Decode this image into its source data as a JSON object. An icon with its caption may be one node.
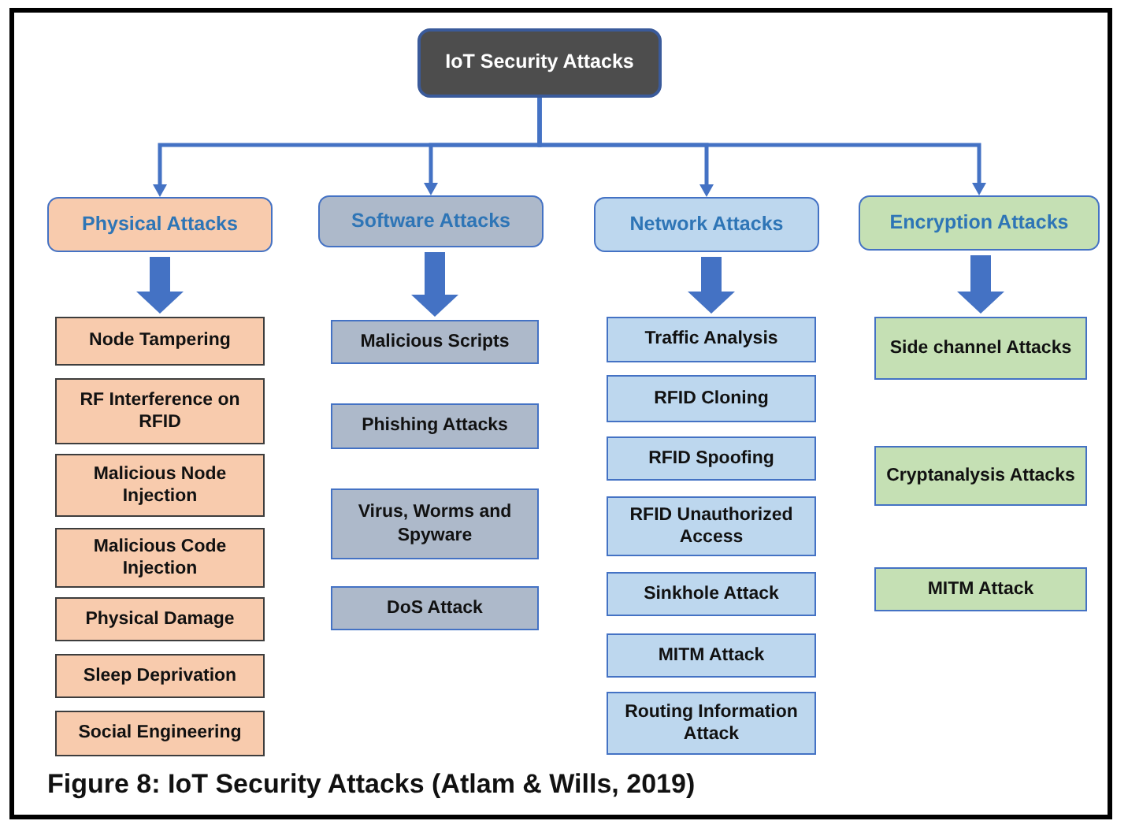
{
  "diagram": {
    "caption": "Figure 8: IoT Security Attacks (Atlam & Wills, 2019)",
    "nodes": [
      {
        "text": [
          "IoT Security Attacks"
        ]
      },
      {
        "text": [
          "Physical Attacks"
        ]
      },
      {
        "text": [
          "Software Attacks"
        ]
      },
      {
        "text": [
          "Network Attacks"
        ]
      },
      {
        "text": [
          "Encryption Attacks"
        ]
      },
      {
        "text": [
          "Node Tampering"
        ]
      },
      {
        "text": [
          "RF Interference on RFID"
        ]
      },
      {
        "text": [
          "Malicious Node Injection"
        ]
      },
      {
        "text": [
          "Malicious Code Injection"
        ]
      },
      {
        "text": [
          "Physical Damage"
        ]
      },
      {
        "text": [
          "Sleep Deprivation"
        ]
      },
      {
        "text": [
          "Social Engineering"
        ]
      },
      {
        "text": [
          "Malicious Scripts"
        ]
      },
      {
        "text": [
          "Phishing Attacks"
        ]
      },
      {
        "text": [
          "Virus, Worms and Spyware"
        ]
      },
      {
        "text": [
          "DoS Attack"
        ]
      },
      {
        "text": [
          "Traffic Analysis"
        ]
      },
      {
        "text": [
          "RFID Cloning"
        ]
      },
      {
        "text": [
          "RFID Spoofing"
        ]
      },
      {
        "text": [
          "RFID Unauthorized Access"
        ]
      },
      {
        "text": [
          "Sinkhole Attack"
        ]
      },
      {
        "text": [
          "MITM Attack"
        ]
      },
      {
        "text": [
          "Routing Information Attack"
        ]
      },
      {
        "text": [
          "Side channel Attacks"
        ]
      },
      {
        "text": [
          "Cryptanalysis Attacks"
        ]
      },
      {
        "text": [
          "MITM Attack"
        ]
      }
    ],
    "edges": [
      {
        "from": 0,
        "to": 1,
        "arrow": "to"
      },
      {
        "from": 0,
        "to": 2,
        "arrow": "to"
      },
      {
        "from": 0,
        "to": 3,
        "arrow": "to"
      },
      {
        "from": 0,
        "to": 4,
        "arrow": "to"
      },
      {
        "from": 1,
        "to": 5,
        "arrow": "to",
        "style": "thick"
      },
      {
        "from": 2,
        "to": 12,
        "arrow": "to",
        "style": "thick"
      },
      {
        "from": 3,
        "to": 16,
        "arrow": "to",
        "style": "thick"
      },
      {
        "from": 4,
        "to": 23,
        "arrow": "to",
        "style": "thick"
      }
    ]
  }
}
